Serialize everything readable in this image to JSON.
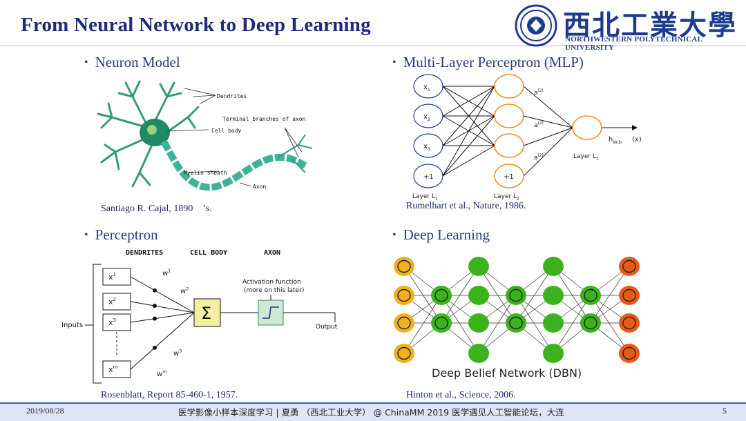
{
  "title": "From Neural Network to Deep Learning",
  "logo": {
    "chinese": "西北工業大學",
    "english": "NORTHWESTERN POLYTECHNICAL UNIVERSITY"
  },
  "sections": {
    "neuron": {
      "heading": "Neuron Model",
      "caption": "Santiago R. Cajal, 1890　’s.",
      "labels": {
        "dendrites": "Dendrites",
        "terminal": "Terminal branches of axon",
        "cell_body": "Cell body",
        "myelin": "Myelin sheath",
        "axon": "Axon"
      }
    },
    "mlp": {
      "heading": "Multi-Layer Perceptron (MLP)",
      "caption": "Rumelhart et al., Nature, 1986.",
      "inputs": [
        "x",
        "x",
        "x",
        "+1"
      ],
      "input_subs": [
        "1",
        "2",
        "3",
        ""
      ],
      "hidden_bias": "+1",
      "hidden_labels": [
        "a",
        "a",
        "a"
      ],
      "output_label": "h",
      "output_sub": "W,b",
      "output_arg": "(x)",
      "layers": [
        "Layer L",
        "Layer L",
        "Layer L"
      ],
      "layer_subs": [
        "1",
        "2",
        "3"
      ]
    },
    "perceptron": {
      "heading": "Perceptron",
      "caption": "Rosenblatt, Report 85-460-1, 1957.",
      "col_headers": [
        "DENDRITES",
        "CELL BODY",
        "AXON"
      ],
      "inputs_label": "Inputs",
      "output_label": "Output",
      "activation_label_1": "Activation function",
      "activation_label_2": "(more on this later)",
      "sum_symbol": "Σ",
      "xs": [
        "x",
        "x",
        "x",
        "x"
      ],
      "x_sups": [
        "1",
        "2",
        "3",
        "m"
      ],
      "ws": [
        "w",
        "w",
        "w",
        "w"
      ],
      "w_sups": [
        "1",
        "2",
        "3",
        "m"
      ]
    },
    "deep": {
      "heading": "Deep Learning",
      "caption": "Hinton et al., Science, 2006.",
      "network_label": "Deep Belief Network (DBN)"
    }
  },
  "footer": {
    "date": "2019/08/28",
    "text": "医学影像小样本深度学习 | 夏勇 （西北工业大学） @ ChinaMM 2019 医学遇见人工智能论坛，大连",
    "page": "5"
  },
  "colors": {
    "title": "#1f2a78",
    "footer_bg": "#dfe6f3",
    "neuron_green": "#2f9c7c",
    "mlp_node": "#f08a1c",
    "dbn_orange": "#f0b020",
    "dbn_green": "#3cb31c",
    "dbn_red": "#e85a18"
  }
}
